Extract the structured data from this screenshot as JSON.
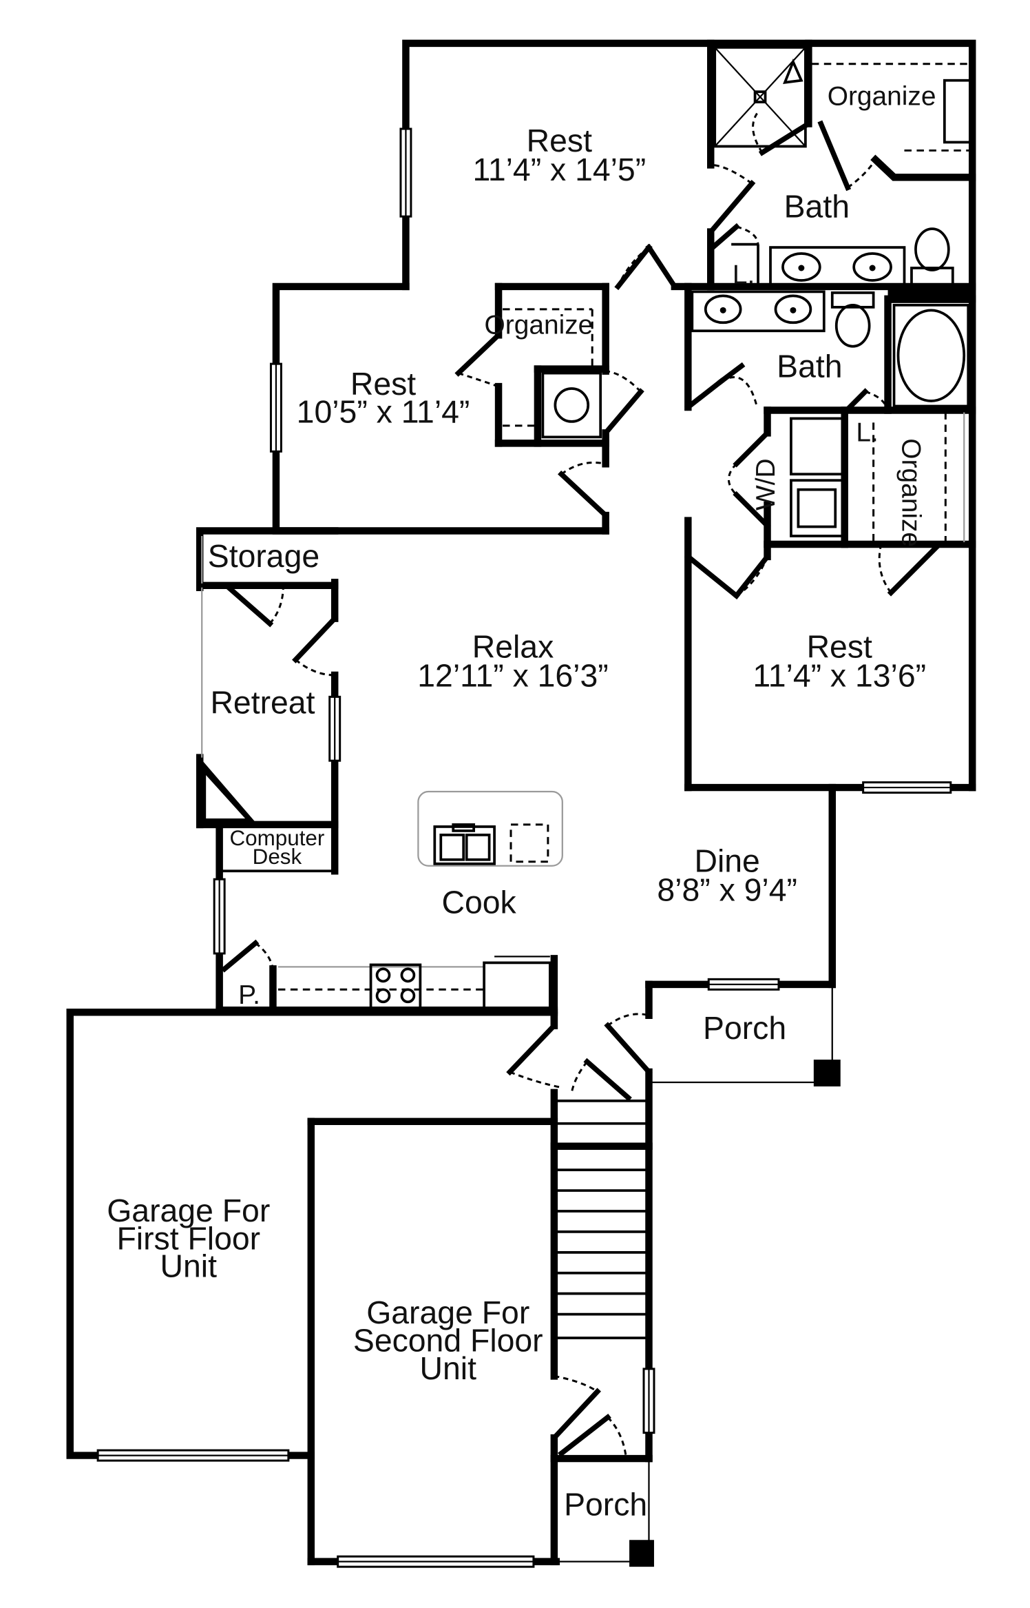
{
  "rooms": {
    "rest_top": {
      "name": "Rest",
      "size": "11’4” x 14’5”"
    },
    "rest_mid": {
      "name": "Rest",
      "size": "10’5” x 11’4”"
    },
    "rest_right": {
      "name": "Rest",
      "size": "11’4” x 13’6”"
    },
    "bath_master": "Bath",
    "bath_second": "Bath",
    "organize_master": "Organize",
    "organize_mid": "Organize",
    "organize_right": "Organize",
    "linen_1": "L.",
    "linen_2": "L.",
    "wd": "W/D",
    "storage": "Storage",
    "retreat": "Retreat",
    "relax": {
      "name": "Relax",
      "size": "12’11” x 16’3”"
    },
    "computer_desk_line1": "Computer",
    "computer_desk_line2": "Desk",
    "cook": "Cook",
    "dine": {
      "name": "Dine",
      "size": "8’8” x 9’4”"
    },
    "pantry": "P.",
    "porch_upper": "Porch",
    "porch_lower": "Porch",
    "garage_first": [
      "Garage For",
      "First Floor",
      "Unit"
    ],
    "garage_second": [
      "Garage For",
      "Second Floor",
      "Unit"
    ]
  }
}
